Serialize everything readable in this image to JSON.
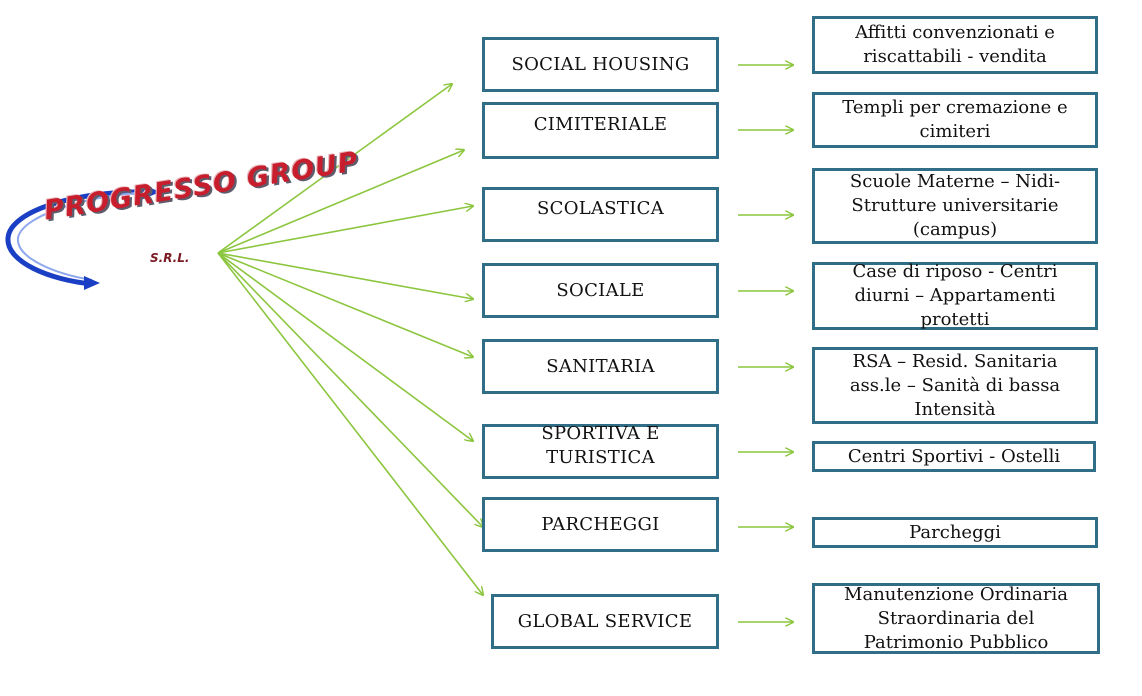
{
  "logo": {
    "name": "PROGRESSO GROUP",
    "suffix": "S.R.L."
  },
  "colors": {
    "box_border": "#2f6e86",
    "arrow": "#8cc63f",
    "logo_red": "#c81d2c",
    "logo_blue": "#1a3fc4"
  },
  "categories": [
    {
      "label": "SOCIAL HOUSING"
    },
    {
      "label": "CIMITERIALE"
    },
    {
      "label": "SCOLASTICA"
    },
    {
      "label": "SOCIALE"
    },
    {
      "label": "SANITARIA"
    },
    {
      "label": "SPORTIVA E\nTURISTICA"
    },
    {
      "label": "PARCHEGGI"
    },
    {
      "label": "GLOBAL SERVICE"
    }
  ],
  "descriptions": [
    {
      "text": "Affitti convenzionati e\nriscattabili - vendita"
    },
    {
      "text": "Templi per cremazione e\ncimiteri"
    },
    {
      "text": "Scuole Materne – Nidi-\nStrutture universitarie\n(campus)"
    },
    {
      "text": "Case di riposo - Centri\ndiurni – Appartamenti\nprotetti"
    },
    {
      "text": "RSA – Resid. Sanitaria\nass.le – Sanità di bassa\nIntensità"
    },
    {
      "text": "Centri Sportivi - Ostelli"
    },
    {
      "text": "Parcheggi"
    },
    {
      "text": "Manutenzione Ordinaria\nStraordinaria del\nPatrimonio Pubblico"
    }
  ]
}
